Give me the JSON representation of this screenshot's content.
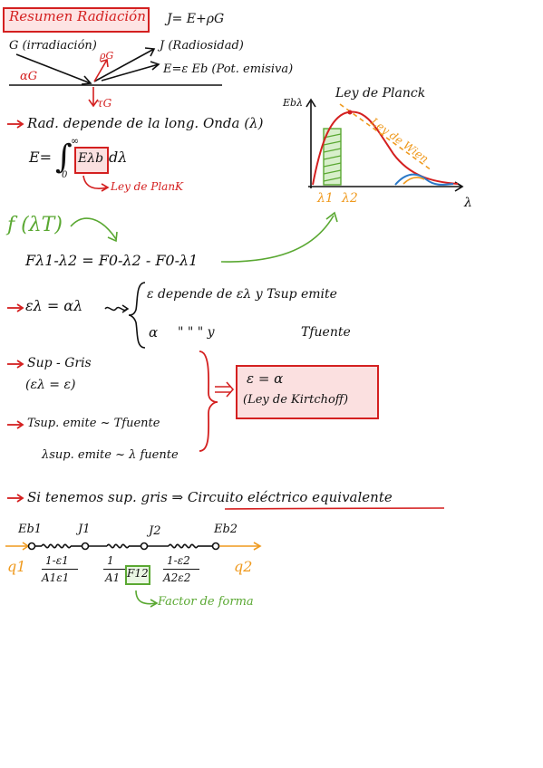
{
  "title": "Resumen Radiación",
  "top": {
    "j_formula": "J= E+ρG",
    "g_label": "G (irradiación)",
    "j_label": "J (Radiosidad)",
    "rho_g": "ρG",
    "alpha_g": "αG",
    "e_label": "E=ε Eb (Pot. emisiva)",
    "tau_g": "τG"
  },
  "line1": "Rad. depende de la long. Onda (λ)",
  "integral": {
    "e_eq": "E=",
    "upper": "∞",
    "lower": "0",
    "boxed": "Eλb",
    "dlambda": "dλ",
    "note": "Ley de PlanK"
  },
  "planck": {
    "title": "Ley de Planck",
    "ylabel": "Ebλ",
    "wien": "Ley de Wien",
    "xlabel": "λ",
    "l1": "λ1",
    "l2": "λ2"
  },
  "f_lambda_t": "f (λT)",
  "f_formula": "Fλ1-λ2 = F0-λ2 - F0-λ1",
  "emissivity": {
    "lhs": "ελ = αλ",
    "line_a": "ε depende de ελ y Tsup emite",
    "line_b_sym": "α",
    "ditto": "\"     \"     \" y",
    "line_b_tail": "Tfuente"
  },
  "conditions": {
    "c1": "Sup - Gris",
    "c1b": "(ελ = ε)",
    "c2": "Tsup. emite ~ Tfuente",
    "c3": "λsup. emite ~ λ fuente",
    "result_1": "ε = α",
    "result_2": "(Ley de Kirtchoff)"
  },
  "circuit": {
    "line": "Si tenemos sup. gris ⇒ Circuito eléctrico equivalente",
    "eb1": "Eb1",
    "j1": "J1",
    "j2": "J2",
    "eb2": "Eb2",
    "q1": "q1",
    "q2": "q2",
    "r1_num": "1-ε1",
    "r1_den": "A1ε1",
    "r2_num": "1",
    "r2_den": "A1",
    "f12": "F12",
    "r3_num": "1-ε2",
    "r3_den": "A2ε2",
    "factor": "Factor de forma"
  }
}
